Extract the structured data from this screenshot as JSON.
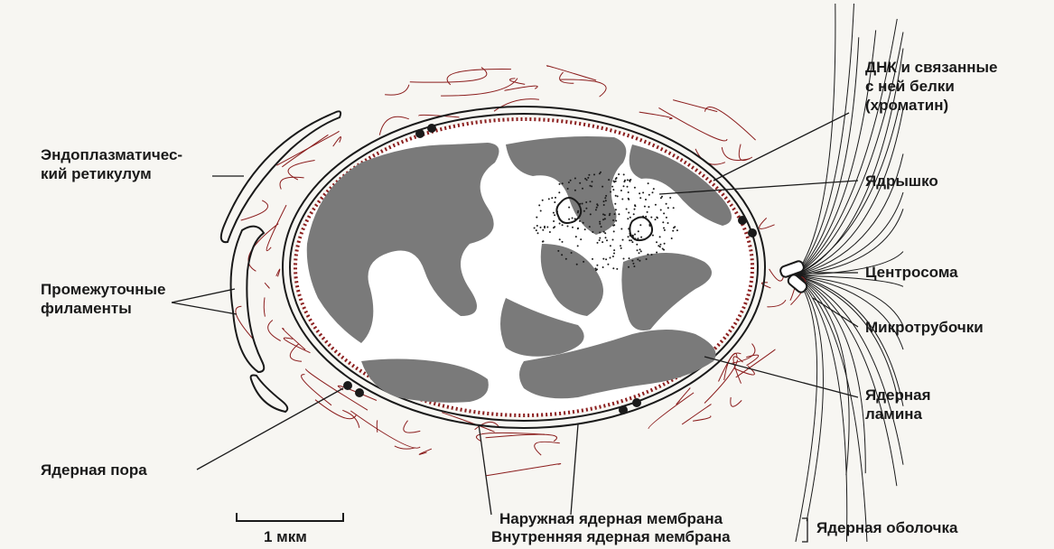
{
  "labels": {
    "er": [
      "Эндоплазматичес-",
      "кий ретикулум"
    ],
    "filaments": [
      "Промежуточные",
      "филаменты"
    ],
    "pore": "Ядерная пора",
    "chromatin": [
      "ДНК и связанные",
      "с ней белки",
      "(хроматин)"
    ],
    "nucleolus": "Ядрышко",
    "centrosome": "Центросома",
    "microtubules": "Микротрубочки",
    "lamina": [
      "Ядерная",
      "ламина"
    ],
    "outer_membrane": "Наружная ядерная мембрана",
    "inner_membrane": "Внутренняя ядерная мембрана",
    "envelope": "Ядерная оболочка",
    "scale": "1 мкм"
  },
  "colors": {
    "filament": "#8b1d1d",
    "chromatin": "#7a7a7a",
    "line": "#1a1a1a",
    "background": "#f7f6f2"
  }
}
